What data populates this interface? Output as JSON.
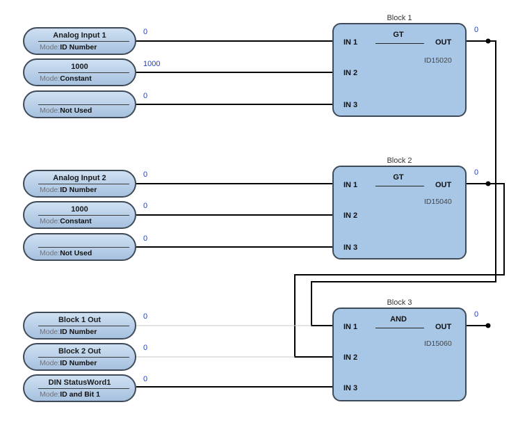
{
  "groups": [
    {
      "block": {
        "title": "Block 1",
        "operator": "GT",
        "id": "ID15020",
        "output_value": "0",
        "in1": "IN 1",
        "in2": "IN 2",
        "in3": "IN 3",
        "out": "OUT"
      },
      "inputs": [
        {
          "name": "Analog Input 1",
          "mode_label": "Mode:",
          "mode": "ID Number",
          "value": "0"
        },
        {
          "name": "1000",
          "mode_label": "Mode:",
          "mode": "Constant",
          "value": "1000"
        },
        {
          "name": "",
          "mode_label": "Mode:",
          "mode": "Not Used",
          "value": "0"
        }
      ]
    },
    {
      "block": {
        "title": "Block 2",
        "operator": "GT",
        "id": "ID15040",
        "output_value": "0",
        "in1": "IN 1",
        "in2": "IN 2",
        "in3": "IN 3",
        "out": "OUT"
      },
      "inputs": [
        {
          "name": "Analog Input 2",
          "mode_label": "Mode:",
          "mode": "ID Number",
          "value": "0"
        },
        {
          "name": "1000",
          "mode_label": "Mode:",
          "mode": "Constant",
          "value": "0"
        },
        {
          "name": "",
          "mode_label": "Mode:",
          "mode": "Not Used",
          "value": "0"
        }
      ]
    },
    {
      "block": {
        "title": "Block 3",
        "operator": "AND",
        "id": "ID15060",
        "output_value": "0",
        "in1": "IN 1",
        "in2": "IN 2",
        "in3": "IN 3",
        "out": "OUT"
      },
      "inputs": [
        {
          "name": "Block 1 Out",
          "mode_label": "Mode:",
          "mode": "ID Number",
          "value": "0"
        },
        {
          "name": "Block 2 Out",
          "mode_label": "Mode:",
          "mode": "ID Number",
          "value": "0"
        },
        {
          "name": "DIN StatusWord1",
          "mode_label": "Mode:",
          "mode": "ID and Bit  1",
          "value": "0"
        }
      ]
    }
  ]
}
